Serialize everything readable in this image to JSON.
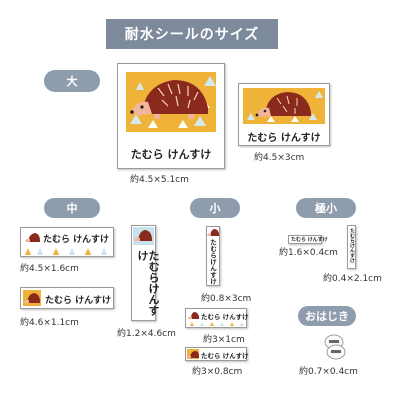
{
  "title": "耐水シールのサイズ",
  "name": "たむら けんすけ",
  "name_vertical": "たむらけんすけ",
  "categories": {
    "large": "大",
    "medium": "中",
    "small": "小",
    "tiny": "極小",
    "ohajiki": "おはじき"
  },
  "sizes": {
    "l1": "約4.5×5.1cm",
    "l2": "約4.5×3cm",
    "m1": "約4.5×1.6cm",
    "m2": "約4.6×1.1cm",
    "m3": "約1.2×4.6cm",
    "s1": "約0.8×3cm",
    "s2": "約3×1cm",
    "s3": "約3×0.8cm",
    "t1": "約1.6×0.4cm",
    "t2": "約0.4×2.1cm",
    "o1": "約0.7×0.4cm"
  },
  "colors": {
    "banner": "#7d8a9c",
    "pill": "#8f9cae",
    "mustard": "#f0b33a",
    "hedgehog": "#8a2a1c",
    "face": "#f4b49a"
  }
}
